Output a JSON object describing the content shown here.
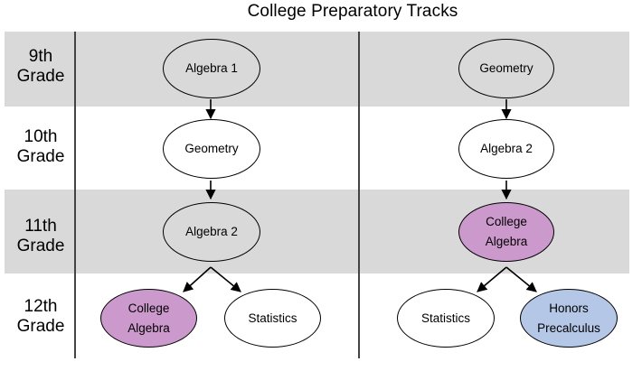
{
  "title": "College Preparatory Tracks",
  "colors": {
    "band_shade": "#d9d9d9",
    "node_default": "#ffffff",
    "node_gray": "#d9d9d9",
    "node_purple": "#cc99cc",
    "node_blue": "#b4c7e7"
  },
  "grades": [
    {
      "line1": "9th",
      "line2": "Grade"
    },
    {
      "line1": "10th",
      "line2": "Grade"
    },
    {
      "line1": "11th",
      "line2": "Grade"
    },
    {
      "line1": "12th",
      "line2": "Grade"
    }
  ],
  "tracks": [
    {
      "nodes": {
        "g9": {
          "label": "Algebra 1"
        },
        "g10": {
          "label": "Geometry"
        },
        "g11": {
          "label": "Algebra 2"
        },
        "g12a": {
          "line1": "College",
          "line2": "Algebra"
        },
        "g12b": {
          "label": "Statistics"
        }
      }
    },
    {
      "nodes": {
        "g9": {
          "label": "Geometry"
        },
        "g10": {
          "label": "Algebra 2"
        },
        "g11": {
          "line1": "College",
          "line2": "Algebra"
        },
        "g12a": {
          "label": "Statistics"
        },
        "g12b": {
          "line1": "Honors",
          "line2": "Precalculus"
        }
      }
    }
  ]
}
